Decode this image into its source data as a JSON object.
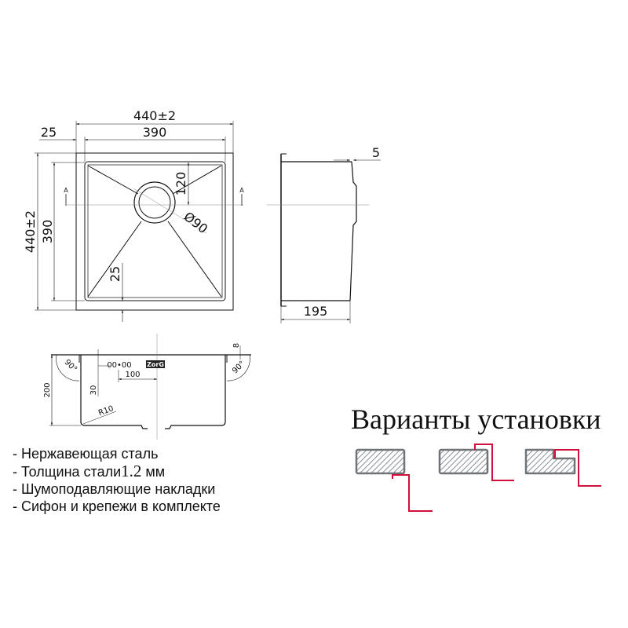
{
  "top_view": {
    "overall_width": "440±2",
    "bowl_width": "390",
    "flange": "25",
    "overall_depth": "440±2",
    "bowl_depth": "390",
    "drain_offset": "120",
    "drain_diameter": "Ø90",
    "bottom_offset": "25",
    "section_mark_left": "A",
    "section_mark_right": "A"
  },
  "side_view": {
    "rim": "5",
    "depth": "195"
  },
  "section_view": {
    "angle_left": "90°",
    "angle_right": "90°",
    "rim_thickness": "8",
    "height": "200",
    "overflow_offset": "30",
    "overflow_label": "00•00",
    "center_offset": "100",
    "radius": "R10",
    "brand": "ZorG"
  },
  "features": [
    {
      "prefix": "- ",
      "text": "Нержавеющая сталь"
    },
    {
      "prefix": "- ",
      "text": "Толщина стали",
      "value": "1.2",
      "unit": "мм"
    },
    {
      "prefix": "- ",
      "text": "Шумоподавляющие накладки"
    },
    {
      "prefix": "- ",
      "text": "Сифон и крепежи в комплекте"
    }
  ],
  "install": {
    "title": "Варианты установки",
    "variants": [
      "undermount",
      "overmount",
      "flush-mount"
    ],
    "colors": {
      "sink": "#d0103a",
      "counter": "#6e7378"
    }
  }
}
